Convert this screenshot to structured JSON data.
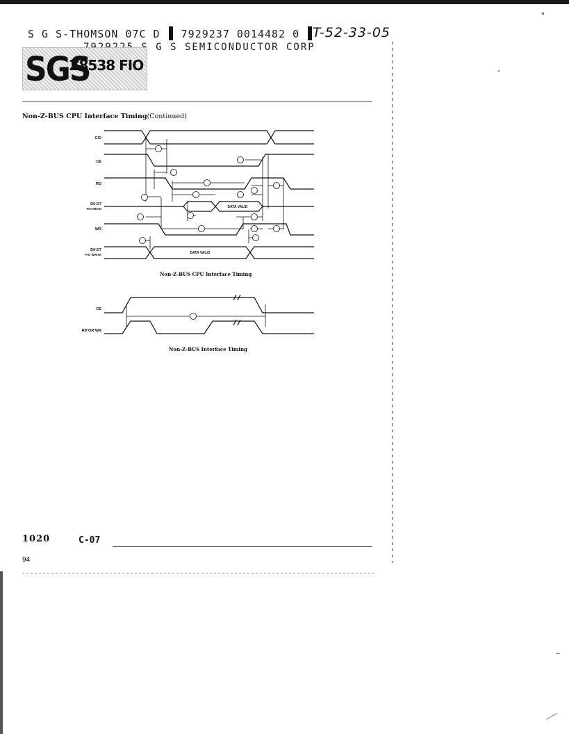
{
  "header": {
    "line1_prefix": "S G S-THOMSON 07C D",
    "line1_mid": "7929237 0014482 0",
    "doc_code": "T-52-33-05",
    "line2": "7929225 S G S SEMICONDUCTOR CORP",
    "logo_mark": "SGS",
    "part_number": "Z8538 FIO"
  },
  "section_title": "Non-Z-BUS CPU Interface Timing",
  "section_title_suffix": "(Continued)",
  "diagram1": {
    "signals": {
      "cd": "C/D",
      "ce": "CE",
      "rd": "RD",
      "d_read_1": "D0-D7",
      "d_read_2": "FIO READ",
      "wr": "WR",
      "d_write_1": "D0-D7",
      "d_write_2": "FIO WRITE"
    },
    "data_valid_read": "DATA VALID",
    "data_valid_write": "DATA VALID",
    "caption": "Non-Z-BUS CPU Interface Timing"
  },
  "diagram2": {
    "signals": {
      "ce": "CE",
      "rdwr": "RD OR WR"
    },
    "caption": "Non-Z-BUS Interface Timing"
  },
  "footer": {
    "num": "1020",
    "code": "C-07",
    "page": "94"
  }
}
